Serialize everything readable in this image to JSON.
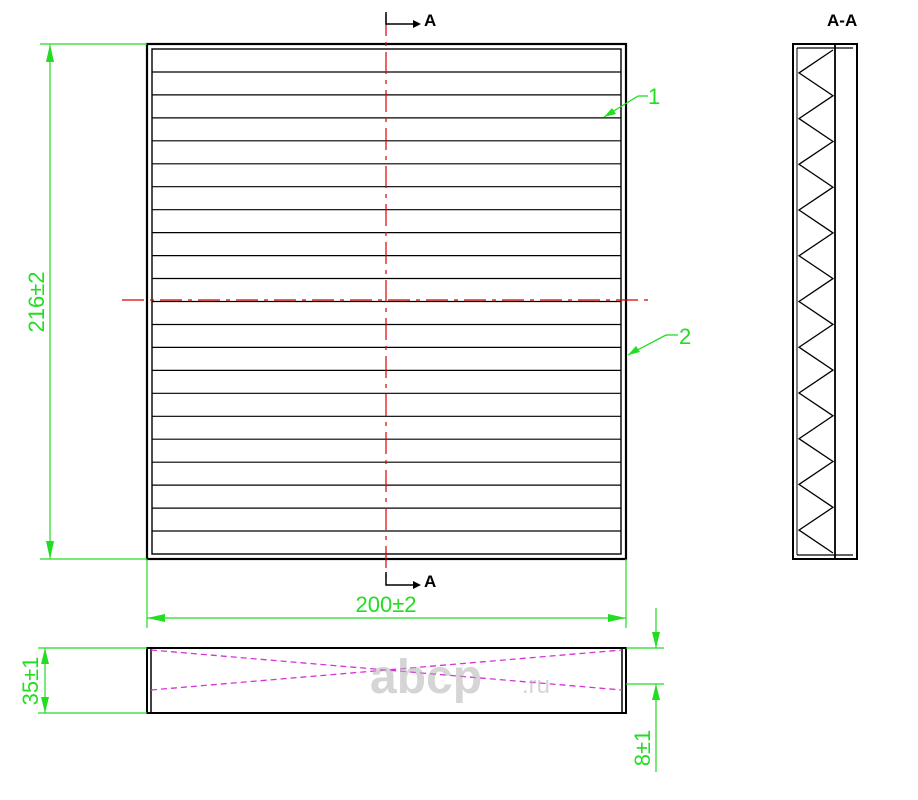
{
  "drawing": {
    "section_marker_top": "A",
    "section_marker_bottom": "A",
    "section_view_title": "A-A",
    "callout_1": "1",
    "callout_2": "2",
    "dimensions": {
      "height": "216±2",
      "width": "200±2",
      "thickness": "35±1",
      "rim": "8±1"
    },
    "watermark": {
      "brand": "abcp",
      "domain": ".ru"
    },
    "colors": {
      "outline": "#000000",
      "dimension": "#22dd22",
      "centerline": "#dd0000",
      "hidden_line": "#d633d6",
      "watermark": "#b4b4b4"
    }
  }
}
